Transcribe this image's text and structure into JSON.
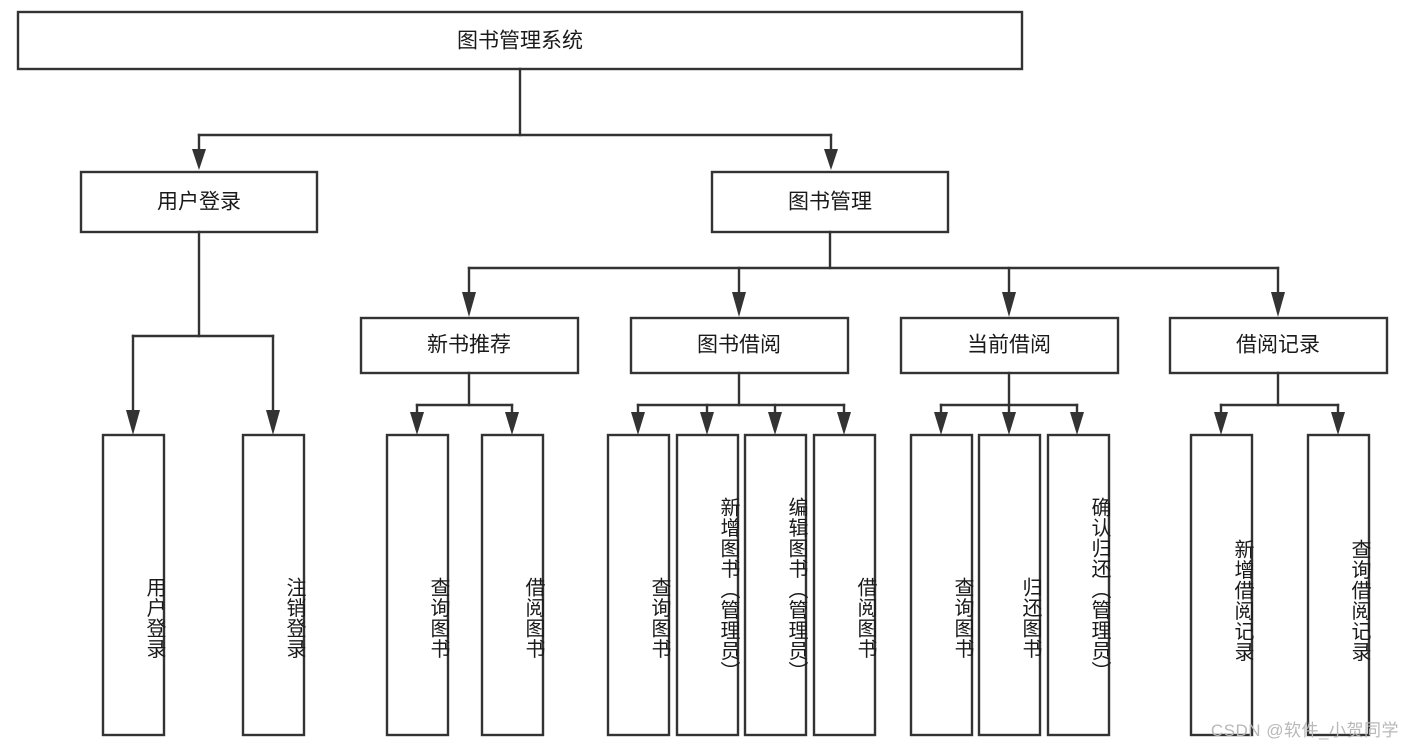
{
  "diagram": {
    "title": "图书管理系统",
    "type": "tree-hierarchy",
    "watermark": "CSDN @软件_小贺同学",
    "root": {
      "label": "图书管理系统",
      "orientation": "horizontal"
    },
    "level2": [
      {
        "id": "user-login",
        "label": "用户登录"
      },
      {
        "id": "book-manage",
        "label": "图书管理"
      }
    ],
    "level3": [
      {
        "id": "new-book-recommend",
        "label": "新书推荐",
        "parent": "book-manage"
      },
      {
        "id": "book-borrow",
        "label": "图书借阅",
        "parent": "book-manage"
      },
      {
        "id": "current-borrow",
        "label": "当前借阅",
        "parent": "book-manage"
      },
      {
        "id": "borrow-record",
        "label": "借阅记录",
        "parent": "book-manage"
      }
    ],
    "leaves": [
      {
        "id": "leaf-user-login",
        "label": "用户登录",
        "parent": "user-login"
      },
      {
        "id": "leaf-logout-login",
        "label": "注销登录",
        "parent": "user-login"
      },
      {
        "id": "leaf-query-book-1",
        "label": "查询图书",
        "parent": "new-book-recommend"
      },
      {
        "id": "leaf-borrow-book-1",
        "label": "借阅图书",
        "parent": "new-book-recommend"
      },
      {
        "id": "leaf-query-book-2",
        "label": "查询图书",
        "parent": "book-borrow"
      },
      {
        "id": "leaf-add-book",
        "label": "新增图书（管理员）",
        "parent": "book-borrow"
      },
      {
        "id": "leaf-edit-book",
        "label": "编辑图书（管理员）",
        "parent": "book-borrow"
      },
      {
        "id": "leaf-borrow-book-2",
        "label": "借阅图书",
        "parent": "book-borrow"
      },
      {
        "id": "leaf-query-book-3",
        "label": "查询图书",
        "parent": "current-borrow"
      },
      {
        "id": "leaf-return-book",
        "label": "归还图书",
        "parent": "current-borrow"
      },
      {
        "id": "leaf-confirm-return",
        "label": "确认归还（管理员）",
        "parent": "current-borrow"
      },
      {
        "id": "leaf-add-record",
        "label": "新增借阅记录",
        "parent": "borrow-record"
      },
      {
        "id": "leaf-query-record",
        "label": "查询借阅记录",
        "parent": "borrow-record"
      }
    ],
    "colors": {
      "stroke": "#333333",
      "box_fill": "#ffffff",
      "text": "#1a1a1a",
      "watermark": "#b8b8b8",
      "background": "#ffffff"
    }
  }
}
